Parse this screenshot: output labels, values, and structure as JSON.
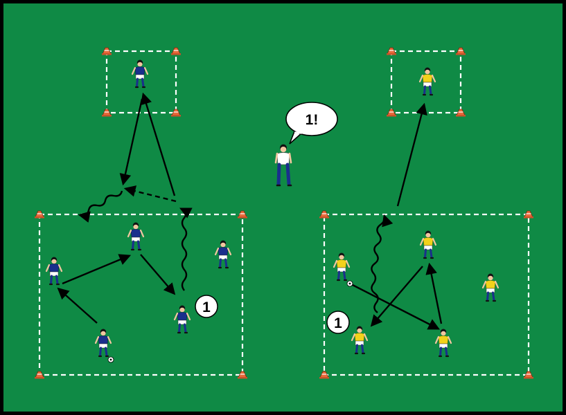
{
  "colors": {
    "pitch": "#0f8a45",
    "border": "#000000",
    "lines": "#ffffff",
    "cone": "#e8693a",
    "blue_shirt": "#1a2f8c",
    "yellow_shirt": "#f2d21b",
    "arrow": "#000000"
  },
  "labels": {
    "left_number": "1",
    "right_number": "1",
    "coach_speech": "1!"
  },
  "icons": {
    "cone": "cone-icon",
    "player": "player-icon",
    "coach": "coach-icon",
    "ball": "ball-icon"
  }
}
